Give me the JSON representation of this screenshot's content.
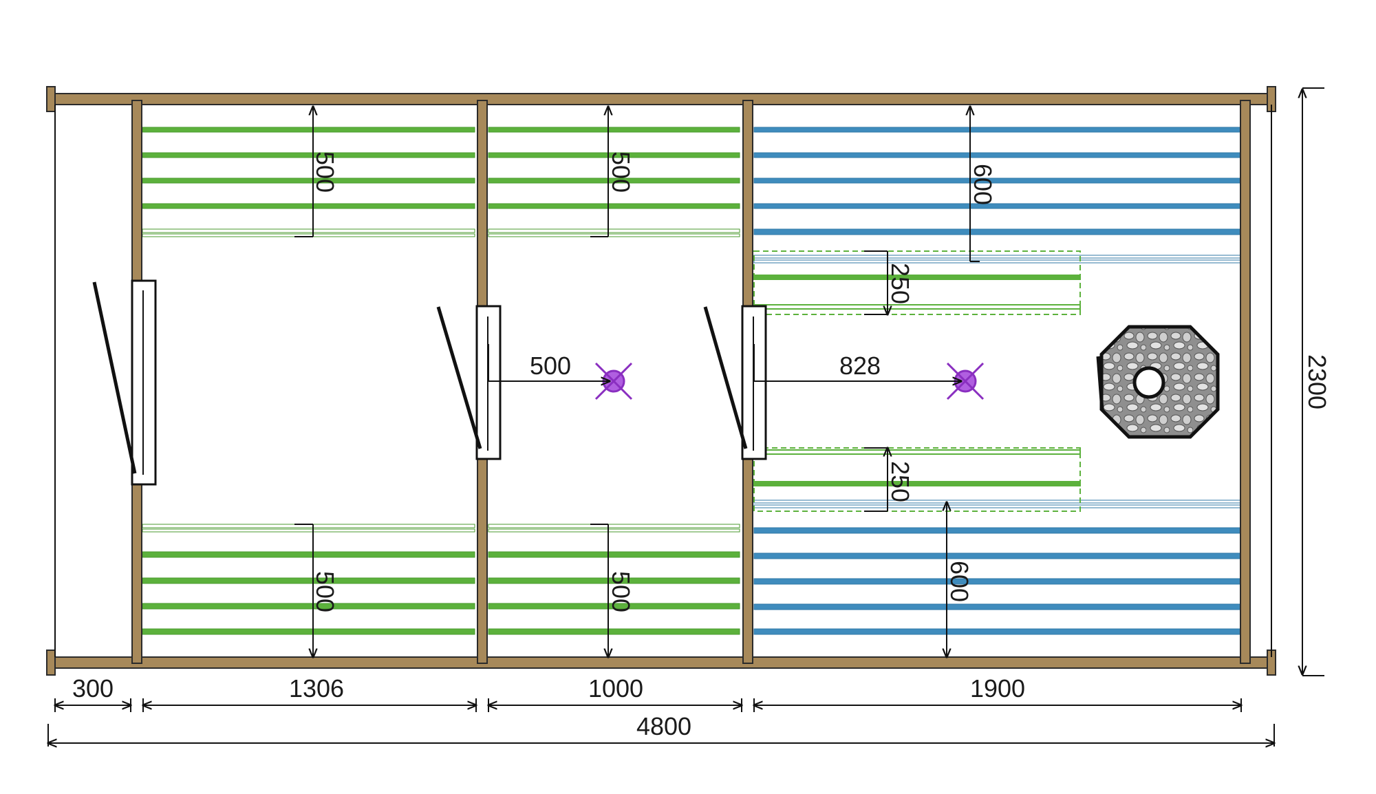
{
  "colors": {
    "wall": "#a7895a",
    "wall_stroke": "#2b2b2b",
    "bench_green": "#5cb13c",
    "bench_blue": "#3f8cbd",
    "lamp_purple": "#8a2fc0",
    "line": "#111111",
    "stove_fill": "#9b9b9b"
  },
  "icons": {
    "lamp": "ceiling-light-icon",
    "stove": "sauna-stove-icon"
  },
  "dimensions": {
    "section_300": "300",
    "section_1306": "1306",
    "section_1000": "1000",
    "section_1900": "1900",
    "total_length": "4800",
    "total_height": "2300",
    "room1_bench_top": "500",
    "room1_bench_bottom": "500",
    "room2_bench_top": "500",
    "room2_bench_bottom": "500",
    "room3_bench_top": "600",
    "room3_bench_bottom": "600",
    "room3_step_top": "250",
    "room3_step_bottom": "250",
    "room2_lamp_offset": "500",
    "room3_lamp_offset": "828"
  }
}
